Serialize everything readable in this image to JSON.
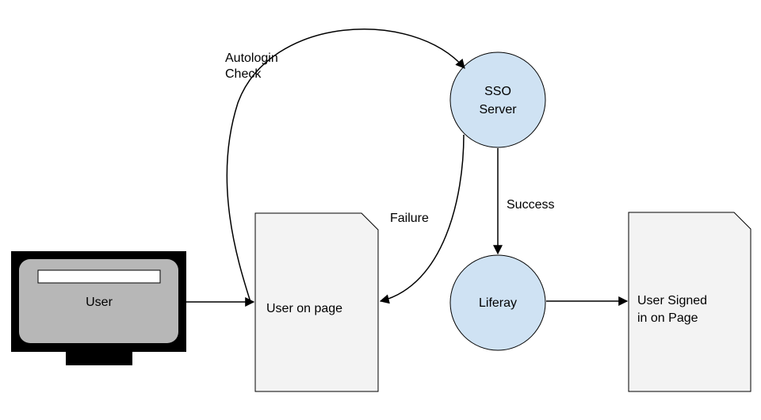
{
  "diagram": {
    "nodes": {
      "user": {
        "label": "User",
        "fill": "#b7b7b7",
        "frame": "#000000",
        "bar": "#ffffff"
      },
      "user_on_page": {
        "label": "User on page",
        "fill": "#f3f3f3"
      },
      "sso_server": {
        "label_line1": "SSO",
        "label_line2": "Server",
        "fill": "#cfe2f3"
      },
      "liferay": {
        "label": "Liferay",
        "fill": "#cfe2f3"
      },
      "user_signed_in": {
        "label_line1": "User Signed",
        "label_line2": "in on Page",
        "fill": "#f3f3f3"
      }
    },
    "edges": {
      "autologin_check": {
        "label_line1": "Autologin",
        "label_line2": "Check"
      },
      "failure": {
        "label": "Failure"
      },
      "success": {
        "label": "Success"
      }
    }
  }
}
